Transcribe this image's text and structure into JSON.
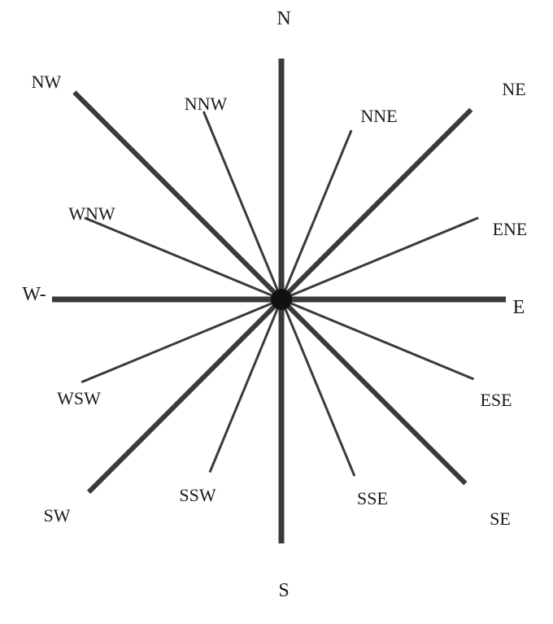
{
  "diagram": {
    "colors": {
      "spoke": "#3a3a3a",
      "hub": "#111111",
      "label": "#1a1a1a",
      "background": "#ffffff"
    },
    "directions": [
      {
        "id": "n",
        "label": "N",
        "bearing_deg": 0,
        "weight": "major"
      },
      {
        "id": "nne",
        "label": "NNE",
        "bearing_deg": 22.5,
        "weight": "minor"
      },
      {
        "id": "ne",
        "label": "NE",
        "bearing_deg": 45,
        "weight": "major"
      },
      {
        "id": "ene",
        "label": "ENE",
        "bearing_deg": 67.5,
        "weight": "minor"
      },
      {
        "id": "e",
        "label": "E",
        "bearing_deg": 90,
        "weight": "major"
      },
      {
        "id": "ese",
        "label": "ESE",
        "bearing_deg": 112.5,
        "weight": "minor"
      },
      {
        "id": "se",
        "label": "SE",
        "bearing_deg": 135,
        "weight": "major"
      },
      {
        "id": "sse",
        "label": "SSE",
        "bearing_deg": 157.5,
        "weight": "minor"
      },
      {
        "id": "s",
        "label": "S",
        "bearing_deg": 180,
        "weight": "major"
      },
      {
        "id": "ssw",
        "label": "SSW",
        "bearing_deg": 202.5,
        "weight": "minor"
      },
      {
        "id": "sw",
        "label": "SW",
        "bearing_deg": 225,
        "weight": "major"
      },
      {
        "id": "wsw",
        "label": "WSW",
        "bearing_deg": 247.5,
        "weight": "minor"
      },
      {
        "id": "w",
        "label": "W-",
        "bearing_deg": 270,
        "weight": "major"
      },
      {
        "id": "wnw",
        "label": "WNW",
        "bearing_deg": 292.5,
        "weight": "minor"
      },
      {
        "id": "nw",
        "label": "NW",
        "bearing_deg": 315,
        "weight": "major"
      },
      {
        "id": "nnw",
        "label": "NNW",
        "bearing_deg": 337.5,
        "weight": "minor"
      }
    ]
  }
}
